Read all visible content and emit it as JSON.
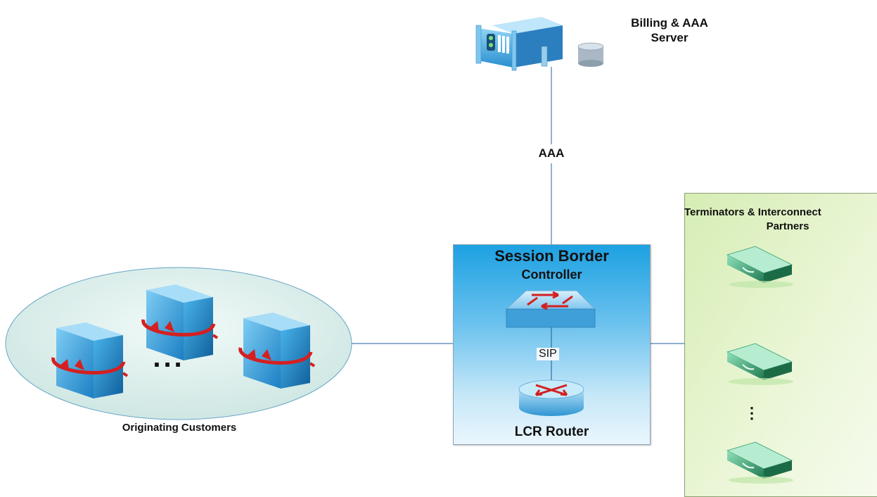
{
  "billing_server": {
    "label_line1": "Billing & AAA",
    "label_line2": "Server"
  },
  "aaa_link": {
    "label": "AAA"
  },
  "sbc": {
    "title_line1": "Session Border",
    "title_line2": "Controller",
    "sip_label": "SIP",
    "router_label": "LCR Router"
  },
  "customers": {
    "label": "Originating Customers",
    "ellipsis": "..."
  },
  "terminators": {
    "title_line1": "Terminators & Interconnect",
    "title_line2": "Partners",
    "vertical_ellipsis": "⋮"
  },
  "colors": {
    "server_blue": "#2aa0dc",
    "sbc_top": "#1da1e2",
    "partner_green": "#2f9a6a",
    "customer_area": "#d7ece9",
    "arrow_red": "#d42020",
    "line": "#4a7fb0"
  },
  "icons": {
    "billing_server": "rack-server-icon",
    "database": "database-icon",
    "switch": "layer3-switch-icon",
    "router": "router-icon",
    "customer": "customer-server-icon",
    "partner": "gateway-icon"
  }
}
